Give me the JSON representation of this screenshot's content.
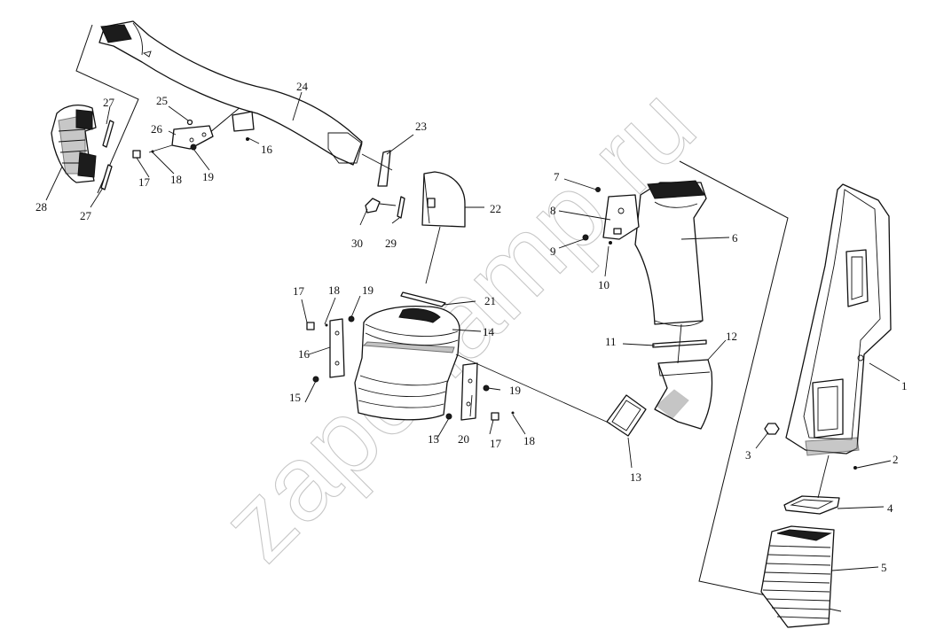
{
  "diagram": {
    "watermark": "zapchamp.ru",
    "corner_mark": "",
    "callouts": {
      "c1": "1",
      "c2": "2",
      "c3": "3",
      "c4": "4",
      "c5": "5",
      "c6": "6",
      "c7": "7",
      "c8": "8",
      "c9": "9",
      "c10": "10",
      "c11": "11",
      "c12": "12",
      "c13": "13",
      "c14": "14",
      "c15a": "15",
      "c15b": "15",
      "c16a": "16",
      "c16b": "16",
      "c17a": "17",
      "c17b": "17",
      "c17c": "17",
      "c18a": "18",
      "c18b": "18",
      "c18c": "18",
      "c19a": "19",
      "c19b": "19",
      "c19c": "19",
      "c20": "20",
      "c21": "21",
      "c22": "22",
      "c23": "23",
      "c24": "24",
      "c25": "25",
      "c26": "26",
      "c27a": "27",
      "c27b": "27",
      "c28": "28",
      "c29": "29",
      "c30": "30"
    }
  }
}
